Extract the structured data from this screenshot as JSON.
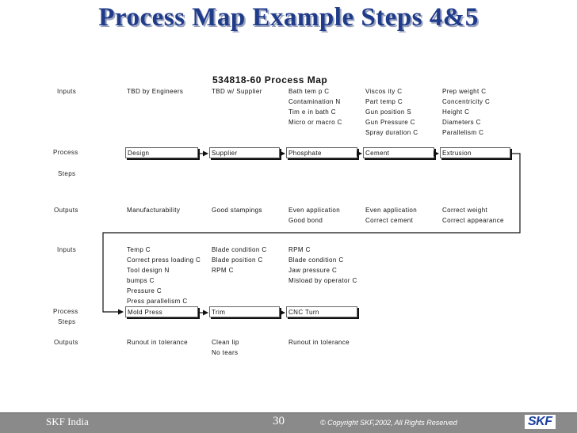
{
  "title": "Process Map Example Steps 4&5",
  "map_title": "534818-60  Process Map",
  "part1": {
    "inputs_label": "Inputs",
    "process_label": "Process",
    "steps_label": "Steps",
    "outputs_label": "Outputs",
    "columns": [
      {
        "inputs": [
          "TBD by Engineers"
        ],
        "step": "Design",
        "outputs": [
          "Manufacturability"
        ]
      },
      {
        "inputs": [
          "TBD w/ Supplier"
        ],
        "step": "Supplier",
        "outputs": [
          "Good stampings"
        ]
      },
      {
        "inputs": [
          "Bath tem p C",
          "Contamination N",
          "Tim e in bath C",
          "Micro or macro C"
        ],
        "step": "Phosphate",
        "outputs": [
          "Even application",
          "Good bond"
        ]
      },
      {
        "inputs": [
          "Viscos ity C",
          "Part temp C",
          "Gun position S",
          "Gun Pressure C",
          "Spray duration C"
        ],
        "step": "Cement",
        "outputs": [
          "Even application",
          "Correct cement"
        ]
      },
      {
        "inputs": [
          "Prep weight C",
          "Concentricity C",
          "Height C",
          "Diameters C",
          "Parallelism C"
        ],
        "step": "Extrusion",
        "outputs": [
          "Correct weight",
          "Correct appearance"
        ]
      }
    ]
  },
  "part2": {
    "inputs_label": "Inputs",
    "process_label": "Process",
    "steps_label": "Steps",
    "outputs_label": "Outputs",
    "columns": [
      {
        "inputs": [
          "Temp C",
          "Correct press loading C",
          "Tool design N",
          "bumps C",
          "Pressure C",
          "Press parallelism C"
        ],
        "step": "Mold Press",
        "outputs": [
          "Runout in tolerance"
        ]
      },
      {
        "inputs": [
          "Blade condition C",
          "Blade position C",
          "RPM C"
        ],
        "step": "Trim",
        "outputs": [
          "Clean lip",
          "No tears"
        ]
      },
      {
        "inputs": [
          "RPM C",
          "Blade condition C",
          "Jaw pressure C",
          "Misload by operator C"
        ],
        "step": "CNC Turn",
        "outputs": [
          "Runout in tolerance"
        ]
      }
    ]
  },
  "footer": {
    "left": "SKF India",
    "page": "30",
    "copyright": "© Copyright SKF,2002, All Rights Reserved",
    "logo": "SKF"
  }
}
